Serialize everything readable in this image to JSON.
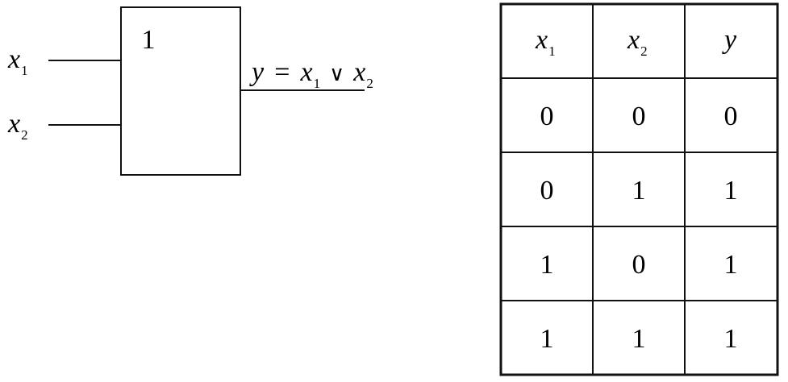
{
  "gate": {
    "label": "1",
    "inputs": [
      {
        "name": "x",
        "sub": "1"
      },
      {
        "name": "x",
        "sub": "2"
      }
    ],
    "output": {
      "lhs": "y",
      "eq": "=",
      "a": "x",
      "a_sub": "1",
      "op": "∨",
      "b": "x",
      "b_sub": "2"
    }
  },
  "truth_table": {
    "headers": [
      {
        "name": "x",
        "sub": "1"
      },
      {
        "name": "x",
        "sub": "2"
      },
      {
        "name": "y",
        "sub": ""
      }
    ],
    "rows": [
      [
        "0",
        "0",
        "0"
      ],
      [
        "0",
        "1",
        "1"
      ],
      [
        "1",
        "0",
        "1"
      ],
      [
        "1",
        "1",
        "1"
      ]
    ]
  }
}
